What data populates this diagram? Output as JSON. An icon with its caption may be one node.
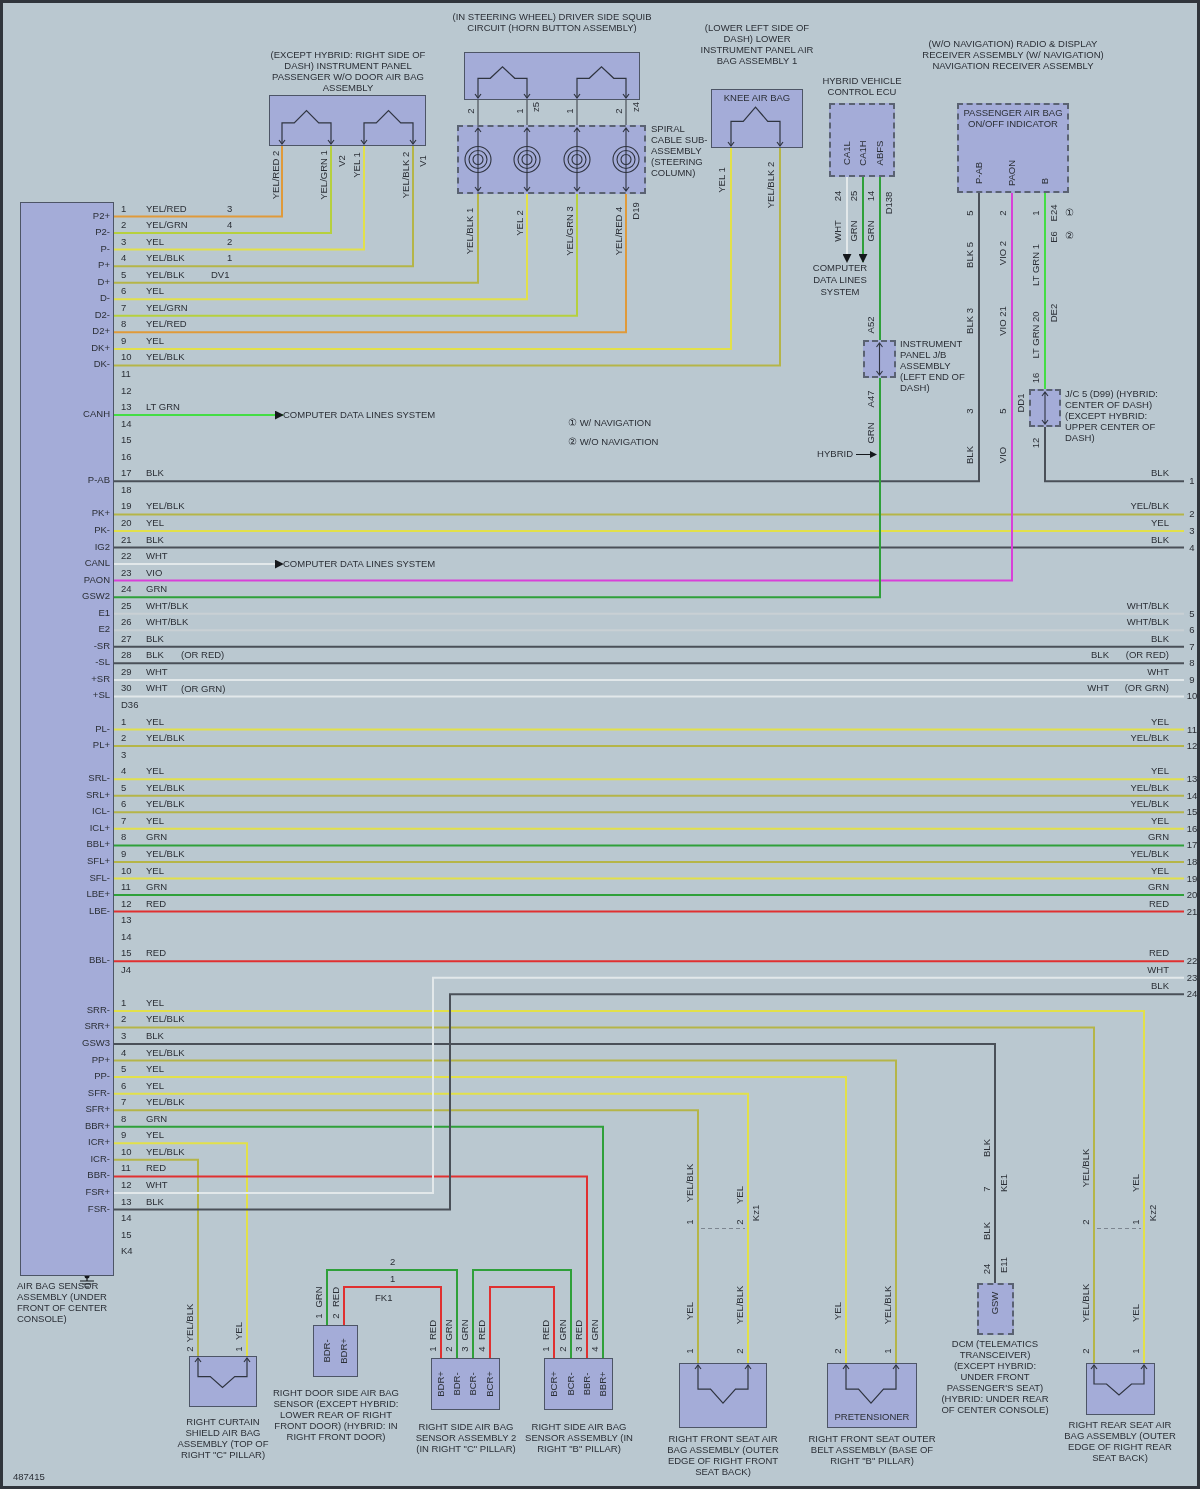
{
  "diagram": {
    "nodes": [
      {
        "text": [
          "P2+",
          "P2-",
          "P-",
          "P+",
          "D+",
          "D-",
          "D2-",
          "D2+",
          "DK+",
          "DK-",
          "CANH",
          "P-AB",
          "PK+",
          "PK-",
          "IG2",
          "CANL",
          "PAON",
          "GSW2",
          "E1",
          "E2",
          "-SR",
          "-SL",
          "+SR",
          "+SL",
          "PL-",
          "PL+",
          "SRL-",
          "SRL+",
          "ICL-",
          "ICL+",
          "BBL+",
          "SFL+",
          "SFL-",
          "LBE+",
          "LBE-",
          "BBL-",
          "SRR-",
          "SRR+",
          "GSW3",
          "PP+",
          "PP-",
          "SFR-",
          "SFR+",
          "BBR+",
          "ICR+",
          "ICR-",
          "BBR-",
          "FSR+",
          "FSR-",
          "AIR BAG SENSOR ASSEMBLY (UNDER FRONT OF CENTER CONSOLE)"
        ]
      },
      {
        "text": [
          "(EXCEPT HYBRID: RIGHT SIDE OF DASH) INSTRUMENT PANEL PASSENGER W/O DOOR AIR BAG ASSEMBLY"
        ]
      },
      {
        "text": [
          "(IN STEERING WHEEL) DRIVER SIDE SQUIB CIRCUIT (HORN BUTTON ASSEMBLY)"
        ]
      },
      {
        "text": [
          "SPIRAL CABLE SUB-ASSEMBLY (STEERING COLUMN)"
        ]
      },
      {
        "text": [
          "(LOWER LEFT SIDE OF DASH) LOWER INSTRUMENT PANEL AIR BAG ASSEMBLY 1",
          "KNEE AIR BAG"
        ]
      },
      {
        "text": [
          "HYBRID VEHICLE CONTROL ECU",
          "CA1L",
          "CA1H",
          "ABFS"
        ]
      },
      {
        "text": [
          "(W/O NAVIGATION) RADIO & DISPLAY RECEIVER ASSEMBLY (W/ NAVIGATION) NAVIGATION RECEIVER ASSEMBLY",
          "PASSENGER AIR BAG ON/OFF INDICATOR",
          "P-AB",
          "PAON",
          "B"
        ]
      },
      {
        "text": [
          "COMPUTER DATA LINES SYSTEM"
        ]
      },
      {
        "text": [
          "COMPUTER DATA LINES SYSTEM"
        ]
      },
      {
        "text": [
          "COMPUTER DATA LINES SYSTEM"
        ]
      },
      {
        "text": [
          "INSTRUMENT PANEL J/B ASSEMBLY (LEFT END OF DASH)"
        ]
      },
      {
        "text": [
          "J/C 5 (D99) (HYBRID: CENTER OF DASH) (EXCEPT HYBRID: UPPER CENTER OF DASH)"
        ]
      },
      {
        "text": [
          "RIGHT CURTAIN SHIELD AIR BAG ASSEMBLY (TOP OF RIGHT \"C\" PILLAR)"
        ]
      },
      {
        "text": [
          "RIGHT DOOR SIDE AIR BAG SENSOR (EXCEPT HYBRID: LOWER REAR OF RIGHT FRONT DOOR) (HYBRID: IN RIGHT FRONT DOOR)",
          "BDR-",
          "BDR+"
        ]
      },
      {
        "text": [
          "RIGHT SIDE AIR BAG SENSOR ASSEMBLY 2 (IN RIGHT \"C\" PILLAR)",
          "BDR+",
          "BDR-",
          "BCR-",
          "BCR+"
        ]
      },
      {
        "text": [
          "RIGHT SIDE AIR BAG SENSOR ASSEMBLY (IN RIGHT \"B\" PILLAR)",
          "BCR+",
          "BCR-",
          "BBR-",
          "BBR+"
        ]
      },
      {
        "text": [
          "RIGHT FRONT SEAT AIR BAG ASSEMBLY (OUTER EDGE OF RIGHT FRONT SEAT BACK)"
        ]
      },
      {
        "text": [
          "PRETENSIONER",
          "RIGHT FRONT SEAT OUTER BELT ASSEMBLY (BASE OF RIGHT \"B\" PILLAR)"
        ]
      },
      {
        "text": [
          "DCM (TELEMATICS TRANSCEIVER) (EXCEPT HYBRID: UNDER FRONT PASSENGER'S SEAT) (HYBRID: UNDER REAR OF CENTER CONSOLE)",
          "GSW"
        ]
      },
      {
        "text": [
          "RIGHT REAR SEAT AIR BAG ASSEMBLY (OUTER EDGE OF RIGHT REAR SEAT BACK)"
        ]
      },
      {
        "text": [
          "1"
        ]
      },
      {
        "text": [
          "2"
        ]
      },
      {
        "text": [
          "3"
        ]
      },
      {
        "text": [
          "4"
        ]
      },
      {
        "text": [
          "5"
        ]
      },
      {
        "text": [
          "6"
        ]
      },
      {
        "text": [
          "7"
        ]
      },
      {
        "text": [
          "8"
        ]
      },
      {
        "text": [
          "9"
        ]
      },
      {
        "text": [
          "10"
        ]
      },
      {
        "text": [
          "11"
        ]
      },
      {
        "text": [
          "12"
        ]
      },
      {
        "text": [
          "13"
        ]
      },
      {
        "text": [
          "14"
        ]
      },
      {
        "text": [
          "15"
        ]
      },
      {
        "text": [
          "16"
        ]
      },
      {
        "text": [
          "17"
        ]
      },
      {
        "text": [
          "18"
        ]
      },
      {
        "text": [
          "19"
        ]
      },
      {
        "text": [
          "20"
        ]
      },
      {
        "text": [
          "21"
        ]
      },
      {
        "text": [
          "22"
        ]
      },
      {
        "text": [
          "23"
        ]
      },
      {
        "text": [
          "24"
        ]
      }
    ],
    "edges": [
      {
        "from": 0,
        "to": 1,
        "arrow": "none",
        "label": "YEL/RED",
        "color": "#e09a3a"
      },
      {
        "from": 0,
        "to": 1,
        "arrow": "none",
        "label": "YEL/GRN",
        "color": "#b6d03e"
      },
      {
        "from": 0,
        "to": 1,
        "arrow": "none",
        "label": "YEL"
      },
      {
        "from": 0,
        "to": 1,
        "arrow": "none",
        "label": "YEL/BLK",
        "color": "#b5b548"
      },
      {
        "from": 0,
        "to": 3,
        "arrow": "none",
        "label": "YEL/BLK",
        "color": "#b5b548"
      },
      {
        "from": 0,
        "to": 3,
        "arrow": "none",
        "label": "YEL"
      },
      {
        "from": 0,
        "to": 3,
        "arrow": "none",
        "label": "YEL/GRN",
        "color": "#b6d03e"
      },
      {
        "from": 0,
        "to": 3,
        "arrow": "none",
        "label": "YEL/RED",
        "color": "#e09a3a"
      },
      {
        "from": 0,
        "to": 4,
        "arrow": "none",
        "label": "YEL"
      },
      {
        "from": 0,
        "to": 4,
        "arrow": "none",
        "label": "YEL/BLK",
        "color": "#b5b548"
      },
      {
        "from": 0,
        "to": 7,
        "arrow": "to",
        "label": "LT GRN",
        "color": "#44dd44"
      },
      {
        "from": 0,
        "to": 6,
        "arrow": "none",
        "label": "BLK",
        "color": "#4a5058"
      },
      {
        "from": 0,
        "to": 21,
        "arrow": "none",
        "label": "YEL/BLK",
        "color": "#b5b548"
      },
      {
        "from": 0,
        "to": 22,
        "arrow": "none",
        "label": "YEL"
      },
      {
        "from": 0,
        "to": 23,
        "arrow": "none",
        "label": "BLK",
        "color": "#4a5058"
      },
      {
        "from": 0,
        "to": 8,
        "arrow": "to",
        "label": "WHT",
        "color": "#e2e8ea"
      },
      {
        "from": 0,
        "to": 6,
        "arrow": "none",
        "label": "VIO",
        "color": "#d840d8"
      },
      {
        "from": 0,
        "to": 10,
        "arrow": "none",
        "label": "GRN",
        "color": "#2fa03a"
      },
      {
        "from": 0,
        "to": 24,
        "arrow": "none",
        "label": "WHT/BLK",
        "color": "#c9d0d4"
      },
      {
        "from": 0,
        "to": 25,
        "arrow": "none",
        "label": "WHT/BLK",
        "color": "#c9d0d4"
      },
      {
        "from": 0,
        "to": 26,
        "arrow": "none",
        "label": "BLK",
        "color": "#4a5058"
      },
      {
        "from": 0,
        "to": 27,
        "arrow": "none",
        "label": "BLK",
        "color": "#4a5058"
      },
      {
        "from": 0,
        "to": 28,
        "arrow": "none",
        "label": "WHT",
        "color": "#e2e8ea"
      },
      {
        "from": 0,
        "to": 29,
        "arrow": "none",
        "label": "WHT",
        "color": "#e2e8ea"
      },
      {
        "from": 0,
        "to": 30,
        "arrow": "none",
        "label": "YEL"
      },
      {
        "from": 0,
        "to": 31,
        "arrow": "none",
        "label": "YEL/BLK",
        "color": "#b5b548"
      },
      {
        "from": 0,
        "to": 32,
        "arrow": "none",
        "label": "YEL"
      },
      {
        "from": 0,
        "to": 33,
        "arrow": "none",
        "label": "YEL/BLK",
        "color": "#b5b548"
      },
      {
        "from": 0,
        "to": 34,
        "arrow": "none",
        "label": "YEL/BLK",
        "color": "#b5b548"
      },
      {
        "from": 0,
        "to": 35,
        "arrow": "none",
        "label": "YEL"
      },
      {
        "from": 0,
        "to": 36,
        "arrow": "none",
        "label": "GRN",
        "color": "#2fa03a"
      },
      {
        "from": 0,
        "to": 37,
        "arrow": "none",
        "label": "YEL/BLK",
        "color": "#b5b548"
      },
      {
        "from": 0,
        "to": 38,
        "arrow": "none",
        "label": "YEL"
      },
      {
        "from": 0,
        "to": 39,
        "arrow": "none",
        "label": "GRN",
        "color": "#2fa03a"
      },
      {
        "from": 0,
        "to": 40,
        "arrow": "none",
        "label": "RED",
        "color": "#e03030"
      },
      {
        "from": 0,
        "to": 41,
        "arrow": "none",
        "label": "RED",
        "color": "#e03030"
      },
      {
        "from": 0,
        "to": 19,
        "arrow": "none",
        "label": "YEL"
      },
      {
        "from": 0,
        "to": 19,
        "arrow": "none",
        "label": "YEL/BLK",
        "color": "#b5b548"
      },
      {
        "from": 0,
        "to": 18,
        "arrow": "none",
        "label": "BLK",
        "color": "#4a5058"
      },
      {
        "from": 0,
        "to": 17,
        "arrow": "none",
        "label": "YEL/BLK",
        "color": "#b5b548"
      },
      {
        "from": 0,
        "to": 17,
        "arrow": "none",
        "label": "YEL"
      },
      {
        "from": 0,
        "to": 16,
        "arrow": "none",
        "label": "YEL"
      },
      {
        "from": 0,
        "to": 16,
        "arrow": "none",
        "label": "YEL/BLK",
        "color": "#b5b548"
      },
      {
        "from": 0,
        "to": 15,
        "arrow": "none",
        "label": "GRN",
        "color": "#2fa03a"
      },
      {
        "from": 0,
        "to": 12,
        "arrow": "none",
        "label": "YEL"
      },
      {
        "from": 0,
        "to": 12,
        "arrow": "none",
        "label": "YEL/BLK",
        "color": "#b5b548"
      },
      {
        "from": 0,
        "to": 15,
        "arrow": "none",
        "label": "RED",
        "color": "#e03030"
      },
      {
        "from": 0,
        "to": 42,
        "arrow": "none",
        "label": "WHT",
        "color": "#e2e8ea"
      },
      {
        "from": 0,
        "to": 43,
        "arrow": "none",
        "label": "BLK",
        "color": "#4a5058"
      },
      {
        "from": 2,
        "to": 3,
        "arrow": "none",
        "color": "#4a5058"
      },
      {
        "from": 2,
        "to": 3,
        "arrow": "none",
        "color": "#4a5058"
      },
      {
        "from": 2,
        "to": 3,
        "arrow": "none",
        "color": "#4a5058"
      },
      {
        "from": 2,
        "to": 3,
        "arrow": "none",
        "color": "#4a5058"
      },
      {
        "from": 10,
        "to": 5,
        "arrow": "none",
        "color": "#2fa03a"
      },
      {
        "from": 5,
        "to": 9,
        "arrow": "to",
        "color": "#e2e8ea"
      },
      {
        "from": 5,
        "to": 9,
        "arrow": "to",
        "color": "#2fa03a"
      },
      {
        "from": 6,
        "to": 11,
        "arrow": "none",
        "color": "#44dd44"
      },
      {
        "from": 11,
        "to": 20,
        "arrow": "none",
        "label": "BLK",
        "color": "#4a5058"
      },
      {
        "from": 13,
        "to": 14,
        "arrow": "none",
        "color": "#2fa03a"
      },
      {
        "from": 13,
        "to": 14,
        "arrow": "none",
        "color": "#e03030"
      },
      {
        "from": 14,
        "to": 15,
        "arrow": "none",
        "color": "#2fa03a"
      },
      {
        "from": 14,
        "to": 15,
        "arrow": "none",
        "color": "#e03030"
      }
    ],
    "labels": [
      "1",
      "2",
      "3",
      "4",
      "5",
      "6",
      "7",
      "8",
      "9",
      "10",
      "11",
      "12",
      "13",
      "14",
      "15",
      "16",
      "17",
      "18",
      "19",
      "20",
      "21",
      "22",
      "23",
      "24",
      "25",
      "26",
      "27",
      "28",
      "29",
      "30",
      "D36",
      "1",
      "2",
      "3",
      "4",
      "5",
      "6",
      "7",
      "8",
      "9",
      "10",
      "11",
      "12",
      "13",
      "14",
      "15",
      "J4",
      "1",
      "2",
      "3",
      "4",
      "5",
      "6",
      "7",
      "8",
      "9",
      "10",
      "11",
      "12",
      "13",
      "14",
      "15",
      "K4",
      "YEL/BLK",
      "YEL",
      "BLK",
      "WHT/BLK",
      "WHT/BLK",
      "BLK",
      "BLK",
      "(OR RED)",
      "WHT",
      "WHT",
      "(OR GRN)",
      "YEL",
      "YEL/BLK",
      "YEL",
      "YEL/BLK",
      "YEL/BLK",
      "YEL",
      "GRN",
      "YEL/BLK",
      "YEL",
      "GRN",
      "RED",
      "RED",
      "WHT",
      "BLK",
      "YEL/RED 2",
      "YEL/GRN 1",
      "V2",
      "YEL 1",
      "YEL/BLK 2",
      "V1",
      "3",
      "4",
      "2",
      "1",
      "DV1",
      "2",
      "1",
      "z5",
      "1",
      "2",
      "z4",
      "YEL/BLK 1",
      "YEL 2",
      "YEL/GRN 3",
      "YEL/RED 4",
      "D19",
      "YEL 1",
      "YEL/BLK 2",
      "24",
      "25",
      "14",
      "D138",
      "WHT",
      "GRN",
      "GRN",
      "5",
      "2",
      "1",
      "E24",
      "①",
      "E6",
      "②",
      "BLK 5",
      "VIO 2",
      "LT GRN 1",
      "BLK 3",
      "VIO 21",
      "LT GRN 20",
      "DE2",
      "16",
      "A52",
      "A47",
      "GRN",
      "HYBRID",
      "3",
      "5",
      "DD1",
      "12",
      "BLK",
      "VIO",
      "① W/ NAVIGATION",
      "② W/O NAVIGATION",
      "(OR RED)",
      "(OR GRN)",
      "YEL/BLK",
      "YEL",
      "2",
      "1",
      "GRN",
      "RED",
      "1",
      "2",
      "2",
      "1",
      "FK1",
      "RED",
      "GRN",
      "GRN",
      "RED",
      "1",
      "2",
      "3",
      "4",
      "RED",
      "GRN",
      "RED",
      "GRN",
      "1",
      "2",
      "3",
      "4",
      "YEL/BLK",
      "YEL",
      "1",
      "2",
      "Kz1",
      "YEL",
      "YEL/BLK",
      "1",
      "2",
      "YEL",
      "YEL/BLK",
      "2",
      "1",
      "BLK",
      "7",
      "KE1",
      "BLK",
      "24",
      "E11",
      "YEL/BLK",
      "YEL",
      "2",
      "1",
      "Kz2",
      "YEL/BLK",
      "YEL",
      "2",
      "1",
      "487415"
    ]
  }
}
